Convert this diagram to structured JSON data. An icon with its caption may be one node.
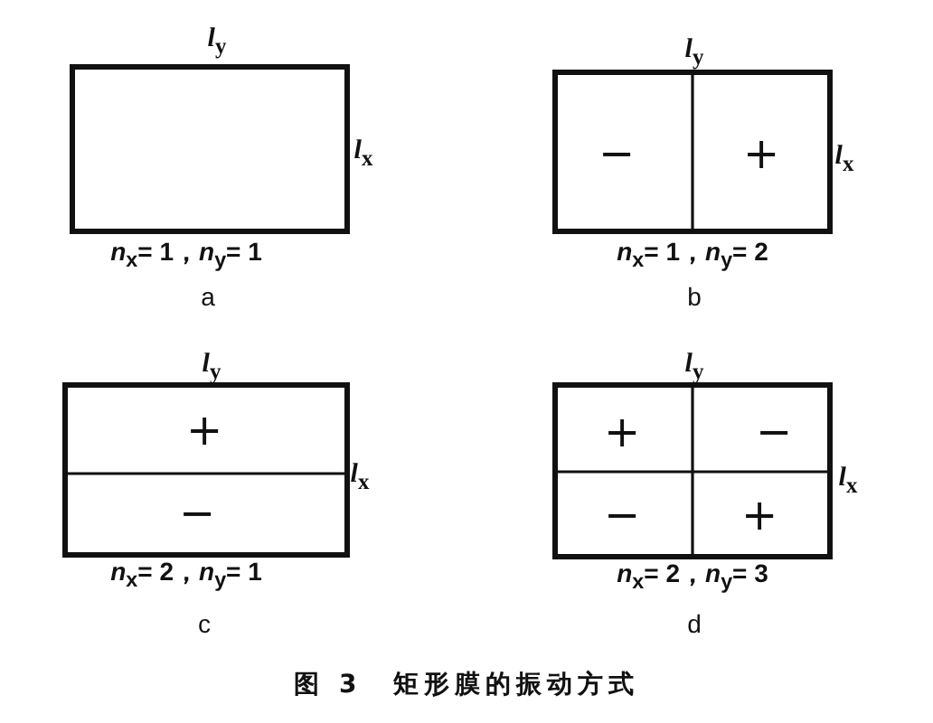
{
  "diagram": {
    "caption": "图 3　矩形膜的振动方式",
    "labels": [
      "*l*$_{y}$",
      "*l*$_{x}$",
      "*n*$_{x}$= 1，*n*$_{y}$= 1",
      "a",
      "*l*$_{y}$",
      "−",
      "+",
      "*l*$_{x}$",
      "*n*$_{x}$= 1，*n*$_{y}$= 2",
      "b",
      "*l*$_{y}$",
      "+",
      "−",
      "*l*$_{x}$",
      "*n*$_{x}$= 2，*n*$_{y}$= 1",
      "c",
      "*l*$_{y}$",
      "+",
      "−",
      "−",
      "+",
      "*l*$_{x}$",
      "*n*$_{x}$= 2，*n*$_{y}$= 3",
      "d"
    ]
  }
}
